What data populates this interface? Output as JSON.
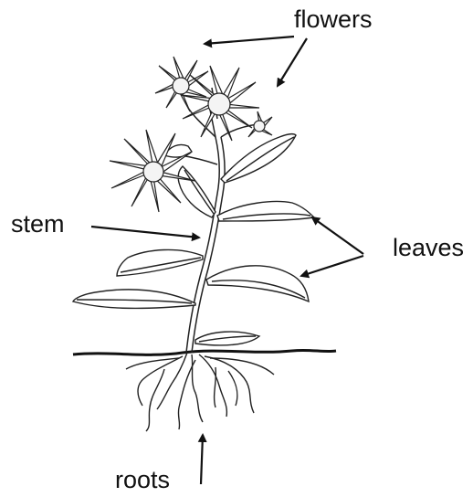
{
  "labels": {
    "flowers": "flowers",
    "stem": "stem",
    "leaves": "leaves",
    "roots": "roots"
  },
  "colors": {
    "ink": "#111111",
    "background": "#ffffff"
  }
}
